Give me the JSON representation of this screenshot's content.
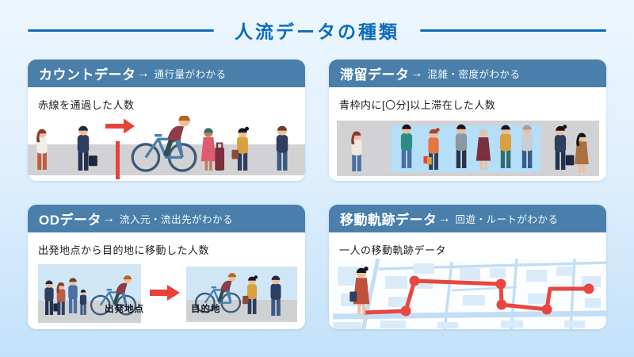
{
  "title": "人流データの種類",
  "panels": [
    {
      "name": "カウントデータ",
      "arrow": "→",
      "benefit": "通行量がわかる",
      "caption": "赤線を通過した人数"
    },
    {
      "name": "滞留データ",
      "arrow": "→",
      "benefit": "混雑・密度がわかる",
      "caption": "青枠内に[〇分]以上滞在した人数"
    },
    {
      "name": "ODデータ",
      "arrow": "→",
      "benefit": "流入元・流出先がわかる",
      "caption": "出発地点から目的地に移動した人数",
      "origin_label": "出発地点",
      "destination_label": "目的地"
    },
    {
      "name": "移動軌跡データ",
      "arrow": "→",
      "benefit": "回遊・ルートがわかる",
      "caption": "一人の移動軌跡データ"
    }
  ],
  "colors": {
    "title_blue": "#0d6cbd",
    "panel_header_blue": "#4a7fab",
    "highlight_red": "#e8423b",
    "stay_zone_blue": "#b5def8",
    "ground_gray": "#d2d2d4",
    "sky_blue": "#cfe6f7",
    "map_road_blue": "#c2def5",
    "map_block_blue": "#d9eaf9"
  },
  "icons": {
    "red_arrow": "rightward flow arrow",
    "count_line": "vertical red counting line",
    "route_dot": "red waypoint circle"
  }
}
